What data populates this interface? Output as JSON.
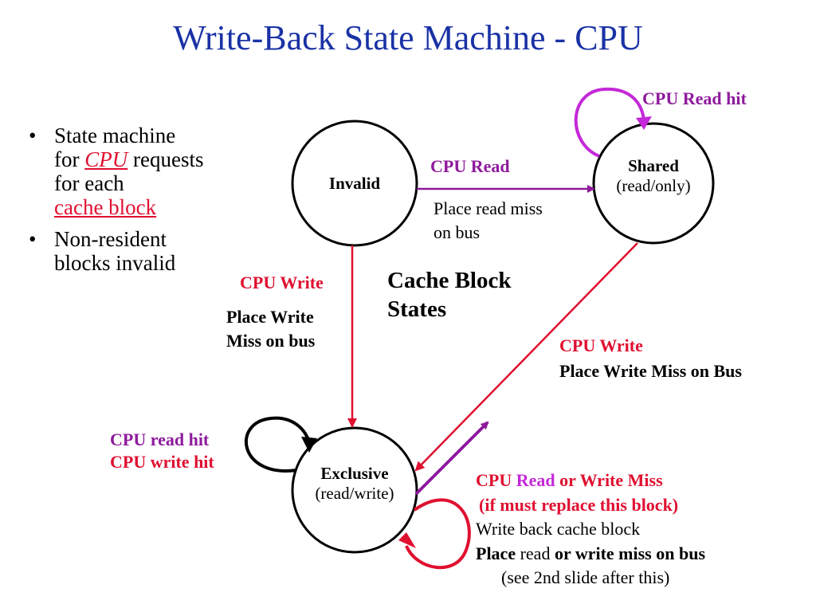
{
  "title": "Write-Back State Machine - CPU",
  "bullets": {
    "b1_part1": "State machine",
    "b1_for": "for ",
    "b1_cpu": "CPU",
    "b1_requests": " requests",
    "b1_for_each": "for each",
    "b1_cache_block": "cache block",
    "b2_line1": "Non-resident",
    "b2_line2": "blocks invalid"
  },
  "states": {
    "invalid": "Invalid",
    "shared_name": "Shared",
    "shared_sub": "(read/only)",
    "exclusive_name": "Exclusive",
    "exclusive_sub": "(read/write)"
  },
  "labels": {
    "cpu_read_hit_shared": "CPU Read hit",
    "cpu_read": "CPU Read",
    "place_read_miss_1": "Place read miss",
    "place_read_miss_2": "on bus",
    "cpu_write_left": "CPU Write",
    "place_write_1": "Place Write",
    "place_write_2": "Miss on bus",
    "cache_block_states_1": "Cache Block",
    "cache_block_states_2": "States",
    "cpu_write_right": "CPU Write",
    "place_write_miss_bus": "Place Write Miss on Bus",
    "cpu_read_hit_excl": "CPU read hit",
    "cpu_write_hit_excl": "CPU write hit",
    "miss_cpu": "CPU ",
    "miss_read": "Read",
    "miss_or_write": " or Write Miss",
    "miss_if_replace": "(if must replace this block)",
    "write_back": "Write back cache block",
    "place_word": "Place",
    "read_word": " read ",
    "or_write_miss_bus": "or write miss on bus",
    "see_2nd": "(see 2nd slide after this)"
  },
  "colors": {
    "title": "#1a32a6",
    "red": "#e01030",
    "purple": "#8e1a9c",
    "magenta": "#c428d8",
    "black": "#000000"
  }
}
